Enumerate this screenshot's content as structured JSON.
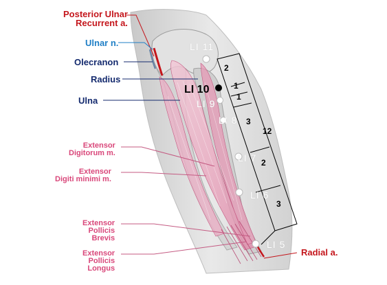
{
  "colors": {
    "artery": "#c4161c",
    "nerve": "#1f7fc6",
    "bone_label": "#142a6e",
    "muscle_label": "#d9477a",
    "muscle_fill": "#e7a7bf",
    "skin": "#dedede"
  },
  "labels": {
    "posterior_ulnar_line1": "Posterior Ulnar",
    "posterior_ulnar_line2": "Recurrent a.",
    "ulnar_nerve": "Ulnar n.",
    "olecranon": "Olecranon",
    "radius": "Radius",
    "ulna": "Ulna",
    "ext_digitorum_line1": "Extensor",
    "ext_digitorum_line2": "Digitorum m.",
    "ext_digiti_minimi_line1": "Extensor",
    "ext_digiti_minimi_line2": "Digiti minimi m.",
    "ext_pollicis_brevis_line1": "Extensor",
    "ext_pollicis_brevis_line2": "Pollicis",
    "ext_pollicis_brevis_line3": "Brevis",
    "ext_pollicis_longus_line1": "Extensor",
    "ext_pollicis_longus_line2": "Pollicis",
    "ext_pollicis_longus_line3": "Longus",
    "radial_artery": "Radial a."
  },
  "points": {
    "li11": "LI 11",
    "li10": "LI 10",
    "li9": "LI 9",
    "li8": "LI 8",
    "li7": "LI 7",
    "li6": "LI 6",
    "li5": "LI 5"
  },
  "segments": {
    "s2a": "2",
    "s1a": "1",
    "s1b": "1",
    "s3a": "3",
    "s12": "12",
    "s2b": "2",
    "s3b": "3"
  }
}
